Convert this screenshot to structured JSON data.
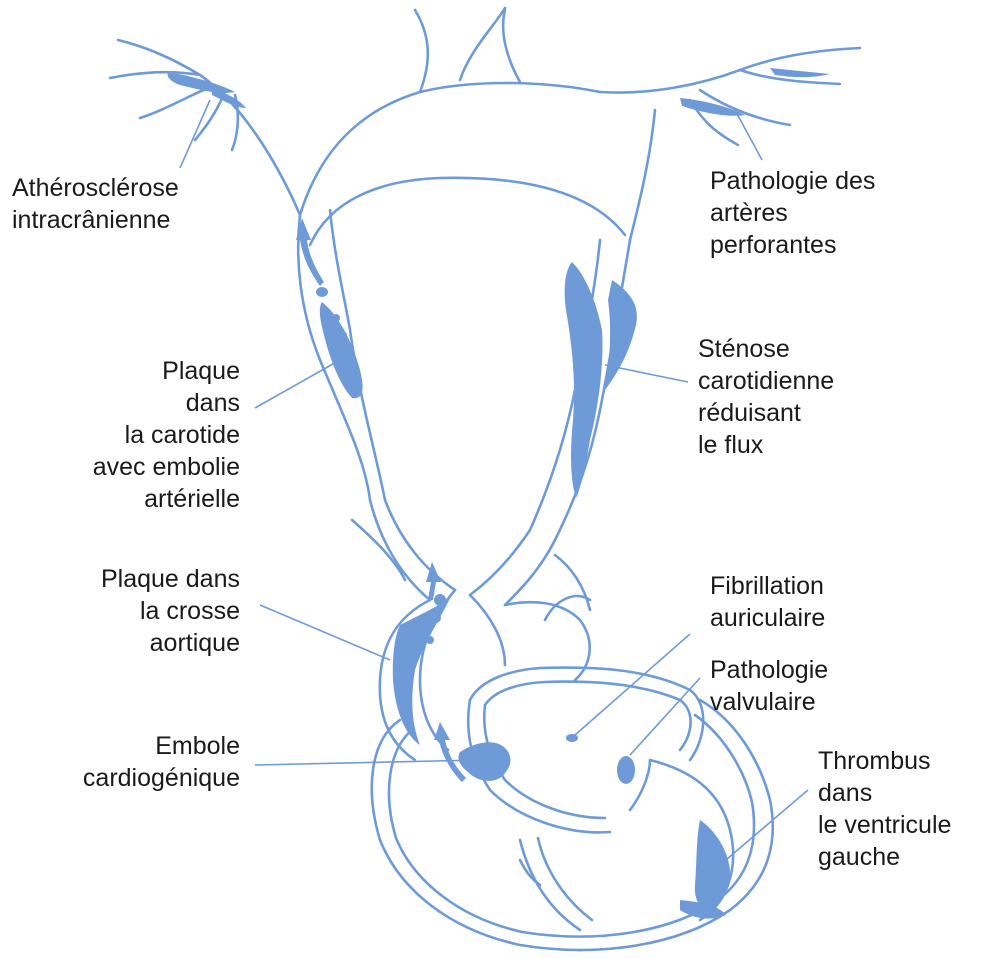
{
  "colors": {
    "vessel": "#6e9bd7",
    "plaque": "#6e9bd7",
    "text": "#1a1a1a",
    "background": "#ffffff"
  },
  "labels": {
    "atherosclerose": "Athérosclérose\nintracrânienne",
    "perforantes": "Pathologie des\nartères\nperforantes",
    "plaque_carotide": "Plaque\ndans\nla carotide\navec embolie\nartérielle",
    "stenose": "Sténose\ncarotidienne\nréduisant\nle flux",
    "plaque_crosse": "Plaque dans\nla crosse\naortique",
    "fibrillation": "Fibrillation\nauriculaire",
    "valvulaire": "Pathologie\nvalvulaire",
    "embole": "Embole\ncardiogénique",
    "thrombus": "Thrombus\ndans\nle ventricule\ngauche"
  }
}
